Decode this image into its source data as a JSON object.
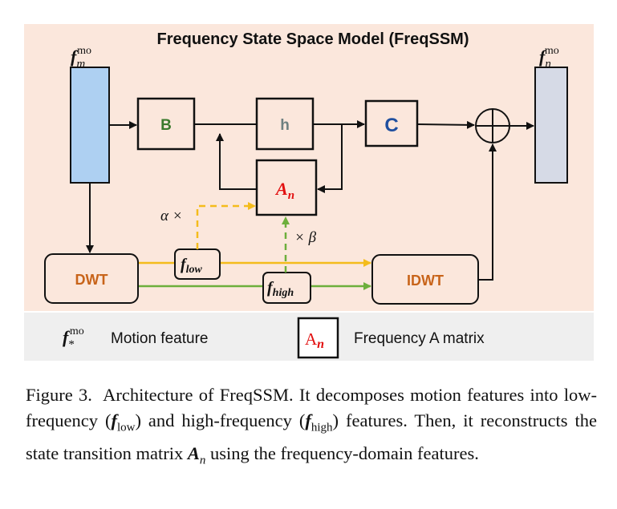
{
  "title": "Frequency State Space Model (FreqSSM)",
  "nodes": {
    "f_in": {
      "main": "f",
      "sub": "m",
      "sup": "mo"
    },
    "f_out": {
      "main": "f",
      "sub": "n",
      "sup": "mo"
    },
    "B": "B",
    "h": "h",
    "C": "C",
    "A": {
      "main": "A",
      "sub": "n"
    },
    "DWT": "DWT",
    "IDWT": "IDWT",
    "f_low": {
      "main": "f",
      "sub": "low"
    },
    "f_high": {
      "main": "f",
      "sub": "high"
    }
  },
  "annotations": {
    "alpha": "α ×",
    "beta": "× β"
  },
  "legend": {
    "motion_symbol": {
      "main": "f",
      "sub": "*",
      "sup": "mo"
    },
    "motion_label": "Motion feature",
    "matrix_symbol": {
      "main": "A",
      "sub": "n"
    },
    "matrix_label": "Frequency A matrix"
  },
  "caption": {
    "prefix": "Figure 3.",
    "text1": "Architecture of FreqSSM. It decomposes motion features into low-frequency (",
    "low_sym": {
      "main": "f",
      "sub": "low"
    },
    "text2": ") and high-frequency (",
    "high_sym": {
      "main": "f",
      "sub": "high"
    },
    "text3": ") features. Then, it reconstructs the state transition matrix ",
    "a_sym": {
      "main": "A",
      "sub": "n"
    },
    "text4": " using the frequency-domain features."
  },
  "colors": {
    "panel_bg": "#fbe7dc",
    "legend_bg": "#efefef",
    "input_block": "#aed0f2",
    "output_block": "#d6dae6",
    "B_text": "#3a7a2c",
    "h_text": "#6e8080",
    "C_text": "#1f4f9f",
    "A_text": "#e21010",
    "dwt_text": "#c8641a",
    "low_arrow": "#f4bc1c",
    "high_arrow": "#6daf3c"
  }
}
